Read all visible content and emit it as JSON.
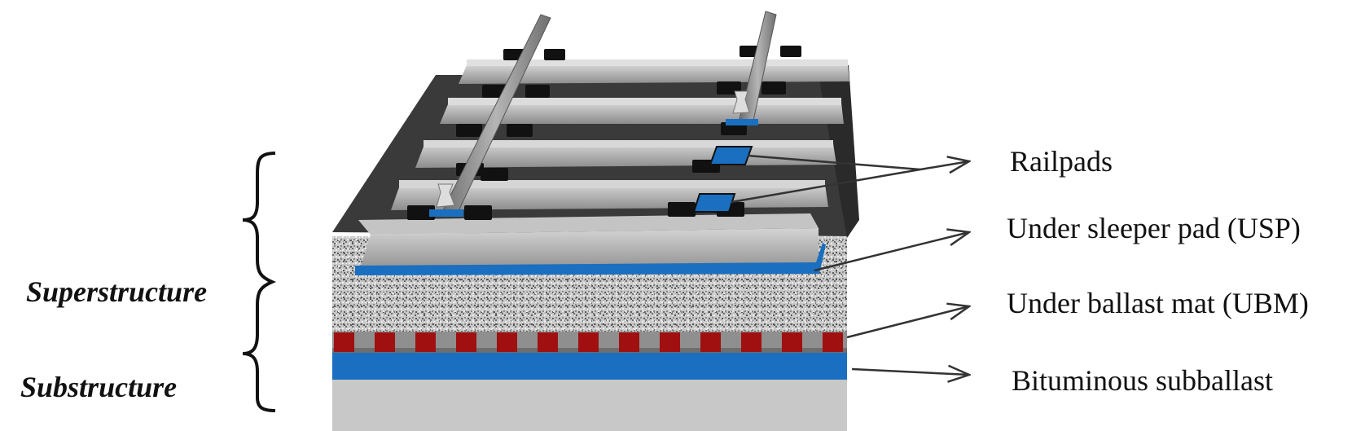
{
  "components": {
    "railpads": "Railpads",
    "usp": "Under sleeper pad (USP)",
    "ubm": "Under ballast mat (UBM)",
    "subballast": "Bituminous subballast"
  },
  "groups": {
    "superstructure": "Superstructure",
    "substructure": "Substructure"
  },
  "colors": {
    "pad_blue": "#1a6fc0",
    "ubm_red": "#a01010",
    "sleeper_gray": "#9a9a9a",
    "rail_gray": "#888888",
    "ballast_gray": "#b8b8b8",
    "subgrade_gray": "#c8c8c8",
    "dark_edge": "#3a3a3a"
  }
}
